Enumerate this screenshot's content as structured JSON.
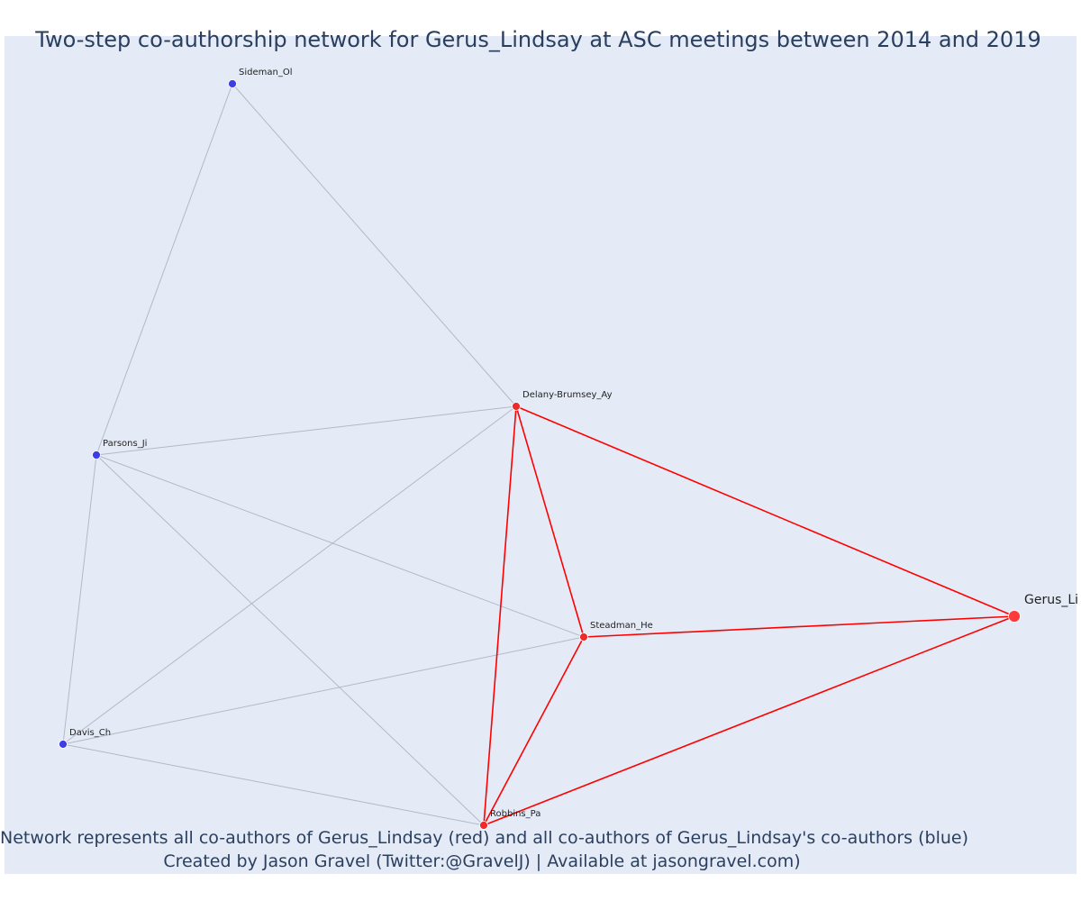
{
  "title": "Two-step co-authorship network for Gerus_Lindsay at ASC meetings between 2014 and 2019",
  "footer": {
    "line1": "Network represents all co-authors of Gerus_Lindsay (red) and all co-authors of Gerus_Lindsay's co-authors (blue)",
    "line2": "Created by Jason Gravel (Twitter:@GravelJ) | Available at jasongravel.com)"
  },
  "colors": {
    "ego": "#ff3a3a",
    "coauthor": "#ee2a2a",
    "second_step": "#3d3de8",
    "ego_edge": "#ff0000",
    "other_edge": "#b4b8c6",
    "background": "#e5ebf6",
    "text": "#2a3f5f"
  },
  "chart_data": {
    "type": "network",
    "nodes": [
      {
        "id": "Gerus_Lindsay",
        "label": "Gerus_Li",
        "group": "ego"
      },
      {
        "id": "Delany-Brumsey_Ay",
        "label": "Delany-Brumsey_Ay",
        "group": "coauthor"
      },
      {
        "id": "Steadman_He",
        "label": "Steadman_He",
        "group": "coauthor"
      },
      {
        "id": "Robbins_Pa",
        "label": "Robbins_Pa",
        "group": "coauthor"
      },
      {
        "id": "Sideman_Ol",
        "label": "Sideman_Ol",
        "group": "second_step"
      },
      {
        "id": "Parsons_Ji",
        "label": "Parsons_Ji",
        "group": "second_step"
      },
      {
        "id": "Davis_Ch",
        "label": "Davis_Ch",
        "group": "second_step"
      }
    ],
    "edges": [
      {
        "source": "Delany-Brumsey_Ay",
        "target": "Gerus_Lindsay",
        "highlight": true
      },
      {
        "source": "Steadman_He",
        "target": "Gerus_Lindsay",
        "highlight": true
      },
      {
        "source": "Robbins_Pa",
        "target": "Gerus_Lindsay",
        "highlight": true
      },
      {
        "source": "Delany-Brumsey_Ay",
        "target": "Steadman_He",
        "highlight": true
      },
      {
        "source": "Delany-Brumsey_Ay",
        "target": "Robbins_Pa",
        "highlight": true
      },
      {
        "source": "Steadman_He",
        "target": "Robbins_Pa",
        "highlight": true
      },
      {
        "source": "Sideman_Ol",
        "target": "Delany-Brumsey_Ay",
        "highlight": false
      },
      {
        "source": "Sideman_Ol",
        "target": "Parsons_Ji",
        "highlight": false
      },
      {
        "source": "Parsons_Ji",
        "target": "Delany-Brumsey_Ay",
        "highlight": false
      },
      {
        "source": "Parsons_Ji",
        "target": "Steadman_He",
        "highlight": false
      },
      {
        "source": "Parsons_Ji",
        "target": "Robbins_Pa",
        "highlight": false
      },
      {
        "source": "Parsons_Ji",
        "target": "Davis_Ch",
        "highlight": false
      },
      {
        "source": "Davis_Ch",
        "target": "Delany-Brumsey_Ay",
        "highlight": false
      },
      {
        "source": "Davis_Ch",
        "target": "Steadman_He",
        "highlight": false
      },
      {
        "source": "Davis_Ch",
        "target": "Robbins_Pa",
        "highlight": false
      }
    ]
  }
}
